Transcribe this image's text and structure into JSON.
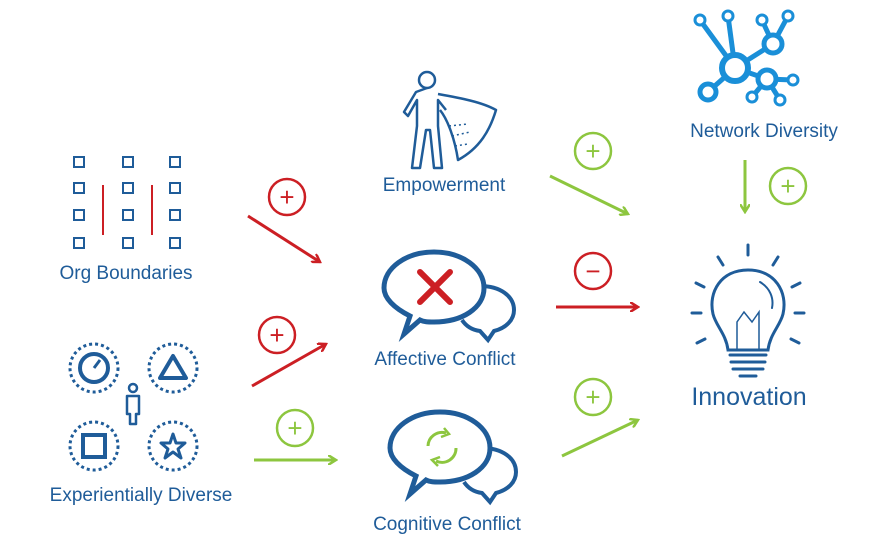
{
  "nodes": {
    "network_diversity": "Network Diversity",
    "empowerment": "Empowerment",
    "org_boundaries": "Org Boundaries",
    "affective_conflict": "Affective Conflict",
    "innovation": "Innovation",
    "experientially_diverse": "Experientially Diverse",
    "cognitive_conflict": "Cognitive Conflict"
  },
  "edges": [
    {
      "from": "Org Boundaries",
      "to": "Affective Conflict",
      "sign": "+",
      "color": "#cc1f24"
    },
    {
      "from": "Experientially Diverse",
      "to": "Affective Conflict",
      "sign": "+",
      "color": "#cc1f24"
    },
    {
      "from": "Experientially Diverse",
      "to": "Cognitive Conflict",
      "sign": "+",
      "color": "#8dc63f"
    },
    {
      "from": "Empowerment",
      "to": "Innovation",
      "sign": "+",
      "color": "#8dc63f"
    },
    {
      "from": "Affective Conflict",
      "to": "Innovation",
      "sign": "−",
      "color": "#cc1f24"
    },
    {
      "from": "Cognitive Conflict",
      "to": "Innovation",
      "sign": "+",
      "color": "#8dc63f"
    },
    {
      "from": "Network Diversity",
      "to": "Innovation",
      "sign": "+",
      "color": "#8dc63f"
    }
  ],
  "colors": {
    "primary": "#1f5c99",
    "positive": "#8dc63f",
    "negative": "#cc1f24"
  },
  "icons": [
    "network-icon",
    "superhero-icon",
    "org-grid-icon",
    "speech-bubble-x-icon",
    "lightbulb-icon",
    "diverse-people-icon",
    "speech-bubble-cycle-icon"
  ]
}
